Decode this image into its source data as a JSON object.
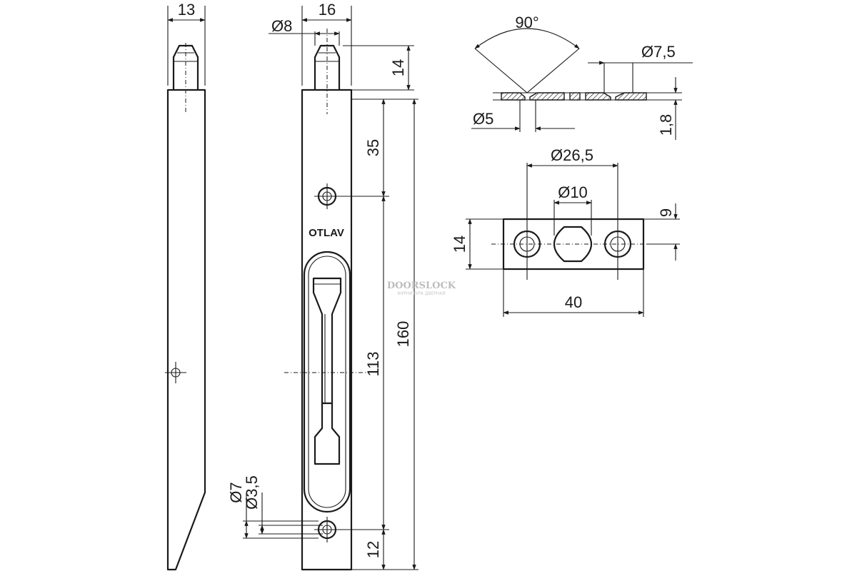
{
  "diagram": {
    "brand_mark": "OTLAV",
    "watermark": "DOORSLOCK",
    "watermark_sub": "ФУРНИТУРА ДВЕРНАЯ",
    "side_view": {
      "width_label": "13"
    },
    "front_view": {
      "width_label": "16",
      "pin_diameter_label": "Ø8",
      "pin_length_label": "14",
      "hole_offset_label": "35",
      "total_length_label": "160",
      "hole_spacing_label": "113",
      "bottom_offset_label": "12",
      "countersink_label": "Ø7",
      "hole_diameter_label": "Ø3,5"
    },
    "strike_section": {
      "angle_label": "90°",
      "countersink_label": "Ø7,5",
      "hole_label": "Ø5",
      "thickness_label": "1,8"
    },
    "strike_plate": {
      "hole_spacing_label": "Ø26,5",
      "center_hole_label": "Ø10",
      "half_height_label": "9",
      "height_label": "14",
      "length_label": "40"
    }
  }
}
